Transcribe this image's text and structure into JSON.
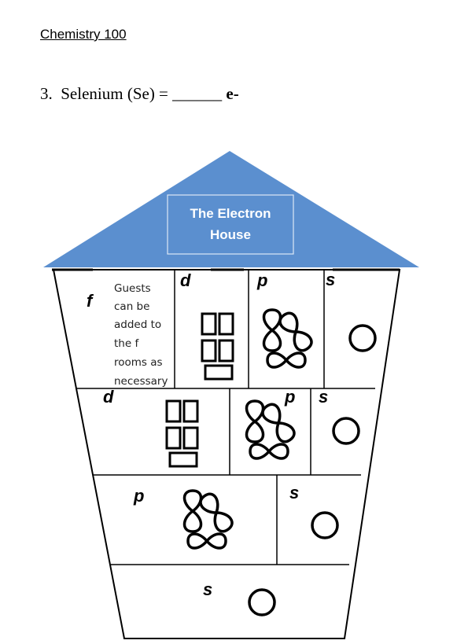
{
  "header": {
    "course": "Chemistry 100"
  },
  "question": {
    "number": "3.",
    "text": "Selenium (Se) = ",
    "blank": "______",
    "unit": "e-"
  },
  "house": {
    "roof_title_line1": "The Electron",
    "roof_title_line2": "House",
    "roof_color": "#5b8fcf",
    "guests_note": [
      "Guests",
      "can be",
      "added to",
      "the f",
      "rooms as",
      "necessary"
    ],
    "floor4": {
      "f_label": "f",
      "d_label": "d",
      "p_label": "p",
      "s_label": "s"
    },
    "floor3": {
      "d_label": "d",
      "p_label": "p",
      "s_label": "s"
    },
    "floor2": {
      "p_label": "p",
      "s_label": "s"
    },
    "floor1": {
      "s_label": "s"
    }
  }
}
